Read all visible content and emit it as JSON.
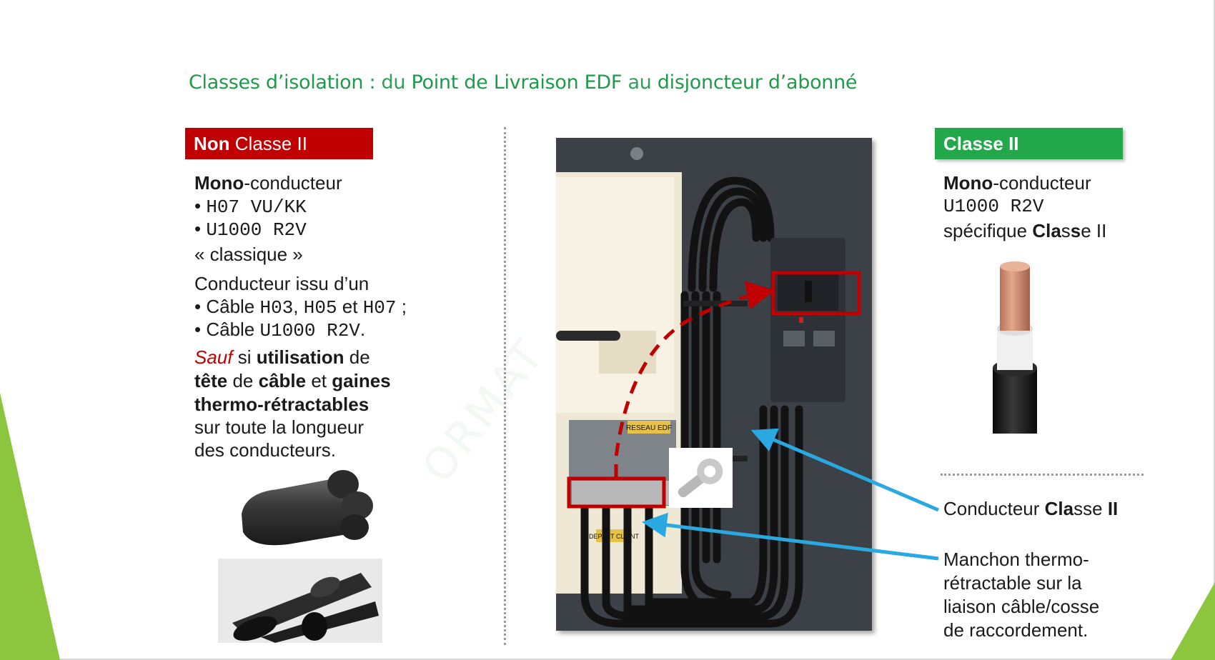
{
  "title": {
    "part1": "Classes d’isolation :",
    "part2": " du ",
    "part3": "Point de Livraison EDF",
    "part4": " au ",
    "part5": "disjoncteur d’abonné"
  },
  "left": {
    "badge_bold": "Non",
    "badge_rest": " Classe II",
    "mono_bold": "Mono",
    "mono_rest": "-conducteur",
    "bullets_mono": [
      "H07 VU/KK",
      "U1000 R2V"
    ],
    "classique": "« classique »",
    "issu": "Conducteur issu d’un",
    "cable_line1_pre": "Câble ",
    "cable_line1_m1": "H03",
    "cable_line1_sep1": ", ",
    "cable_line1_m2": "H05",
    "cable_line1_sep2": " et ",
    "cable_line1_m3": "H07",
    "cable_line1_post": " ;",
    "cable_line2_pre": "Câble ",
    "cable_line2_m": "U1000 R2V",
    "cable_line2_post": ".",
    "sauf": "Sauf",
    "si": " si ",
    "utilisation": "utilisation",
    "de1": " de",
    "tete": "tête",
    "de2": " de ",
    "cable_w": "câble",
    "et": " et ",
    "gaines": "gaines",
    "thermo": "thermo-rétractables",
    "sur": "sur toute la longueur",
    "des": "des conducteurs."
  },
  "right": {
    "badge": "Classe II",
    "mono_bold": "Mono",
    "mono_rest": "-conducteur",
    "ref": "U1000 R2V",
    "spec_pre": "spécifique ",
    "spec_b1": "Cla",
    "spec_n": "s",
    "spec_b2": "s",
    "spec_post": "e II",
    "cond_pre": "Conducteur ",
    "cond_b1": "Cla",
    "cond_n": "sse",
    "cond_b2": " II",
    "manchon": [
      "Manchon thermo-",
      "rétractable sur la",
      "liaison câble/cosse",
      "de raccordement."
    ]
  },
  "photo_labels": {
    "reseau": "RESEAU EDF",
    "depart": "DEPART CLIENT"
  },
  "colors": {
    "title_green": "#1f9a4a",
    "red": "#c00000",
    "green": "#22a84a",
    "arrow_blue": "#29a9e0"
  }
}
